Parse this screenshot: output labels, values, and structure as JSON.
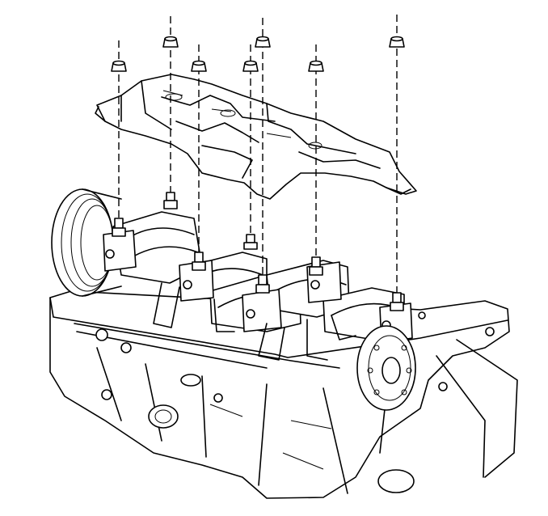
{
  "figure": {
    "kind": "exploded-view line illustration",
    "subject_parts": [
      "crankshaft-bearing-cap-bolts",
      "oil-deflector-windage-tray",
      "crankshaft",
      "engine-block",
      "crankshaft-pulley"
    ],
    "fastener_count": 7,
    "line_color": "#000000",
    "background_color": "#ffffff"
  }
}
